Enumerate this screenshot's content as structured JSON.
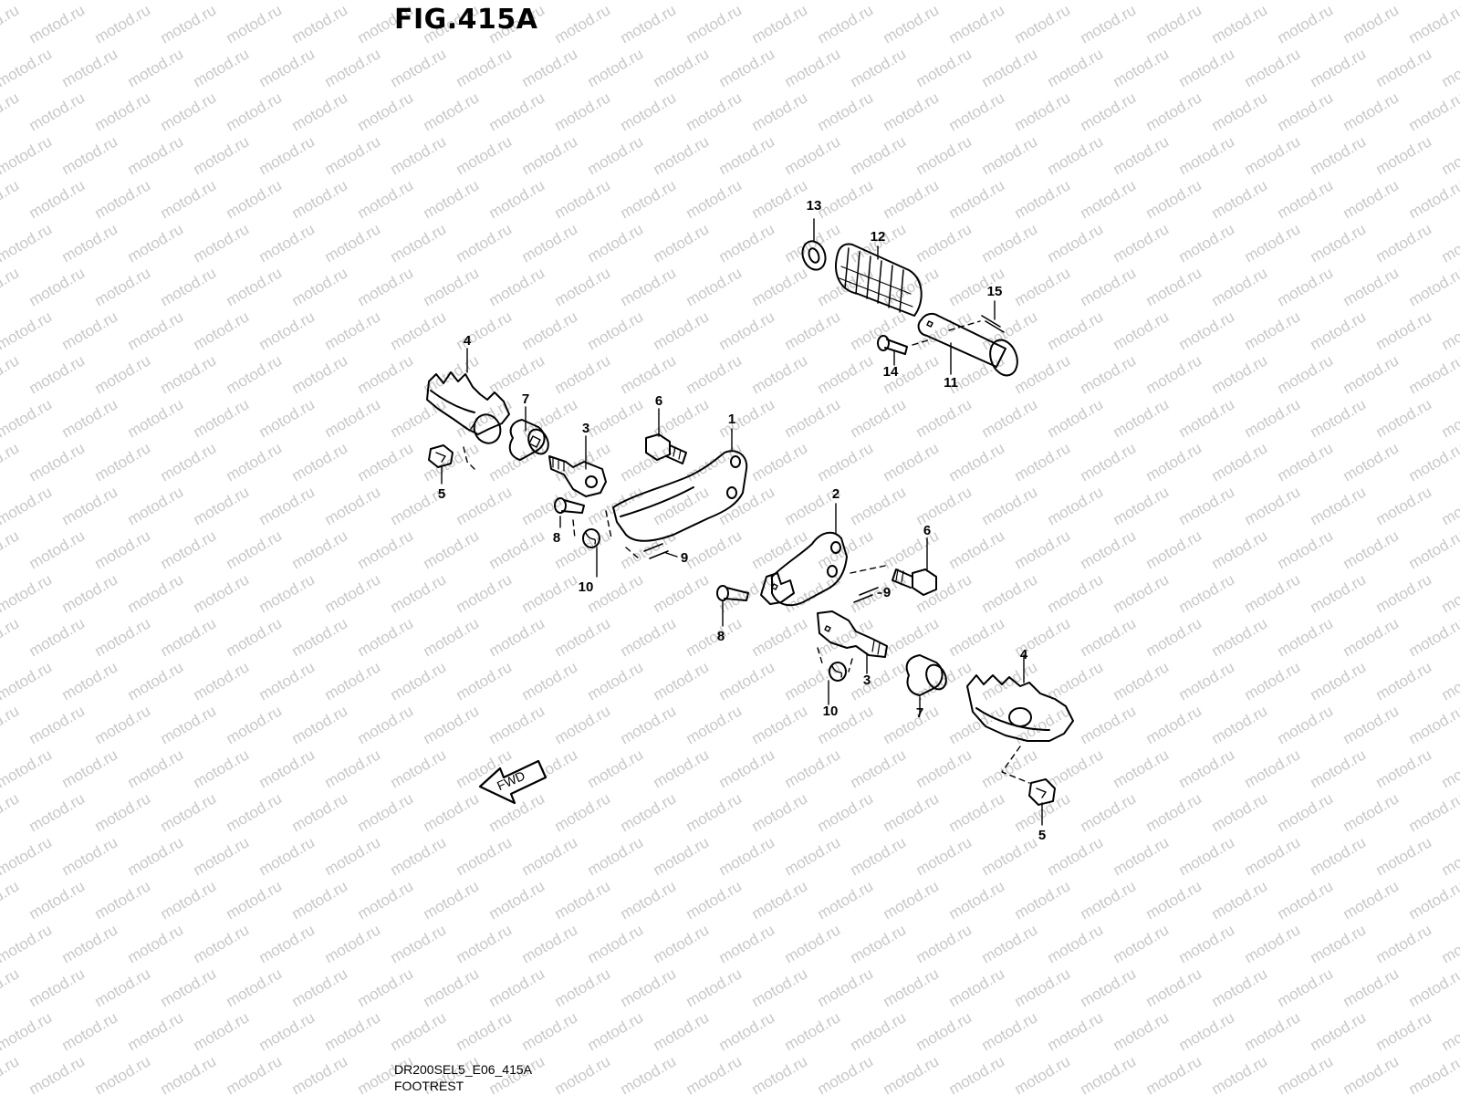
{
  "figure": {
    "title": "FIG.415A"
  },
  "footer": {
    "code": "DR200SEL5_E06_415A",
    "name": "FOOTREST"
  },
  "watermark": {
    "text": "motod.ru",
    "color": "#c8c8c8"
  },
  "fwd_label": "FWD",
  "callouts": [
    {
      "id": "c1",
      "label": "1"
    },
    {
      "id": "c2",
      "label": "2"
    },
    {
      "id": "c3a",
      "label": "3"
    },
    {
      "id": "c3b",
      "label": "3"
    },
    {
      "id": "c4a",
      "label": "4"
    },
    {
      "id": "c4b",
      "label": "4"
    },
    {
      "id": "c5a",
      "label": "5"
    },
    {
      "id": "c5b",
      "label": "5"
    },
    {
      "id": "c6a",
      "label": "6"
    },
    {
      "id": "c6b",
      "label": "6"
    },
    {
      "id": "c7a",
      "label": "7"
    },
    {
      "id": "c7b",
      "label": "7"
    },
    {
      "id": "c8a",
      "label": "8"
    },
    {
      "id": "c8b",
      "label": "8"
    },
    {
      "id": "c9a",
      "label": "9"
    },
    {
      "id": "c9b",
      "label": "9"
    },
    {
      "id": "c10a",
      "label": "10"
    },
    {
      "id": "c10b",
      "label": "10"
    },
    {
      "id": "c11",
      "label": "11"
    },
    {
      "id": "c12",
      "label": "12"
    },
    {
      "id": "c13",
      "label": "13"
    },
    {
      "id": "c14",
      "label": "14"
    },
    {
      "id": "c15",
      "label": "15"
    }
  ]
}
